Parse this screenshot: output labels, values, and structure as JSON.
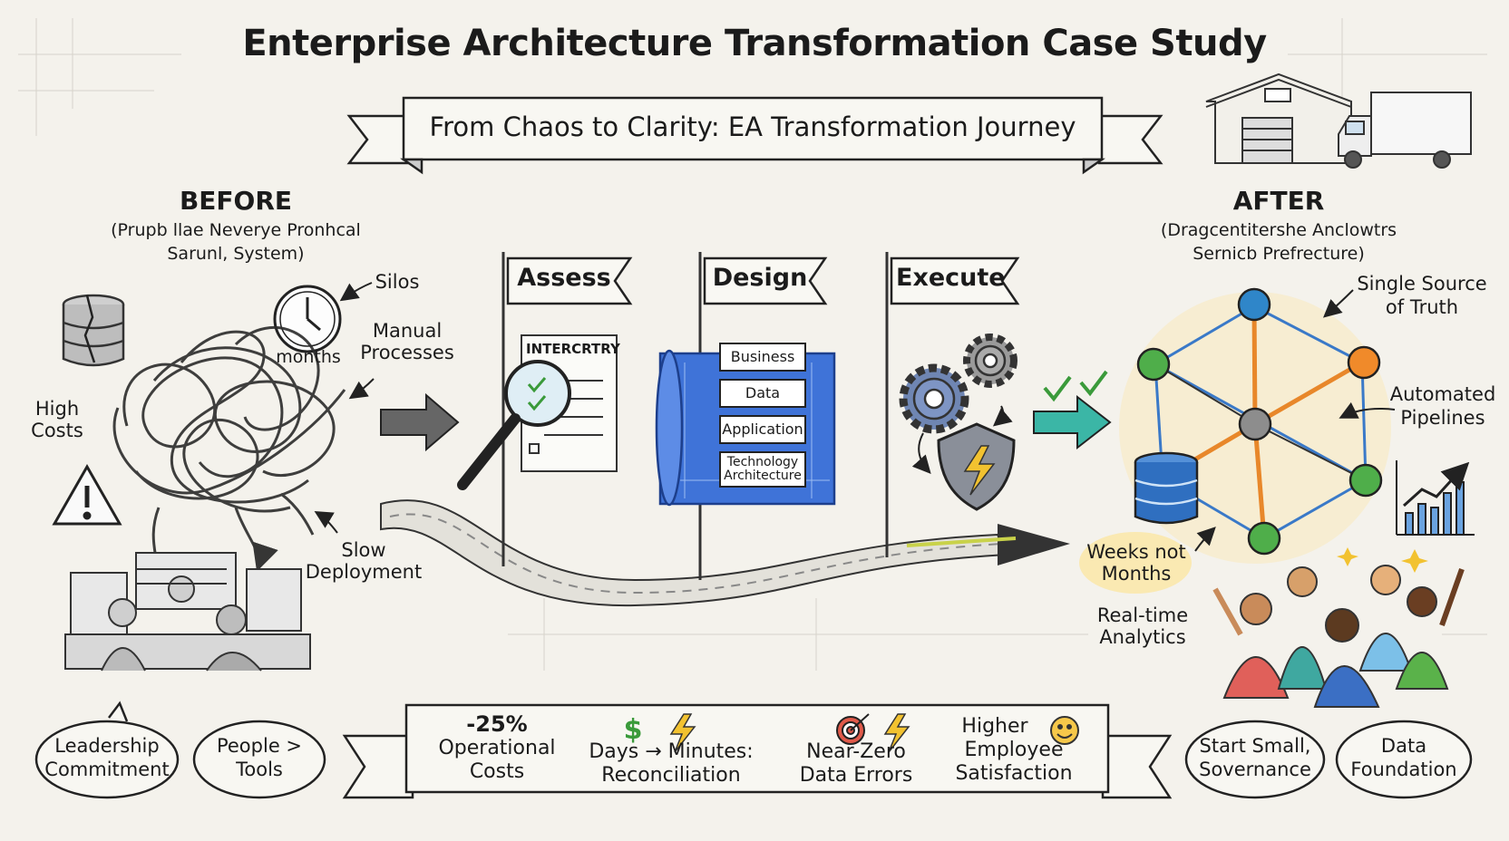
{
  "title": "Enterprise Architecture Transformation Case Study",
  "subtitle": "From Chaos to Clarity: EA Transformation Journey",
  "before": {
    "heading": "BEFORE",
    "caption_1": "(Prupb llae Neverye Pronhcal",
    "caption_2": "Sarunl, System)",
    "silos": "Silos",
    "months": "months",
    "manual_1": "Manual",
    "manual_2": "Processes",
    "high_1": "High",
    "high_2": "Costs",
    "slow_1": "Slow",
    "slow_2": "Deployment"
  },
  "stages": {
    "assess": "Assess",
    "design": "Design",
    "execute": "Execute",
    "inventory": "INTERCRTRY",
    "layers": [
      "Business",
      "Data",
      "Application",
      "Technology",
      "Architecture"
    ]
  },
  "after": {
    "heading": "AFTER",
    "caption_1": "(Dragcentitershe Anclowtrs",
    "caption_2": "Sernicb Prefrecture)",
    "single_1": "Single Source",
    "single_2": "of Truth",
    "auto_1": "Automated",
    "auto_2": "Pipelines",
    "weeks_1": "Weeks not",
    "weeks_2": "Months",
    "realtime_1": "Real-time",
    "realtime_2": "Analytics"
  },
  "lessons_left": [
    {
      "l1": "Leadership",
      "l2": "Commitment"
    },
    {
      "l1": "People >",
      "l2": "Tools"
    }
  ],
  "lessons_right": [
    {
      "l1": "Start Small,",
      "l2": "Sovernance"
    },
    {
      "l1": "Data",
      "l2": "Foundation"
    }
  ],
  "metrics": [
    {
      "l1": "-25%",
      "l2": "Operational",
      "l3": "Costs"
    },
    {
      "l1": "Days → Minutes:",
      "l2": "Reconciliation"
    },
    {
      "l1": "Near-Zero",
      "l2": "Data Errors"
    },
    {
      "l1": "Higher",
      "l2": "Employee",
      "l3": "Satisfaction"
    }
  ],
  "colors": {
    "ink": "#1b1b1b",
    "paper": "#f4f2ec",
    "blueprint": "#3f73d8",
    "hub_blue": "#2f86c9",
    "node_orange": "#f08a2a",
    "node_green": "#4fae4a",
    "teal_arrow": "#3bb6a6",
    "highlight": "#fbe6a4"
  },
  "icons": [
    "database-icon",
    "clock-icon",
    "warning-icon",
    "magnifier-icon",
    "checklist-icon",
    "gear-icon",
    "shield-bolt-icon",
    "checkmark-icon",
    "warehouse-icon",
    "truck-icon",
    "growth-chart-icon",
    "dollar-icon",
    "bolt-icon",
    "target-icon",
    "smiley-icon"
  ]
}
